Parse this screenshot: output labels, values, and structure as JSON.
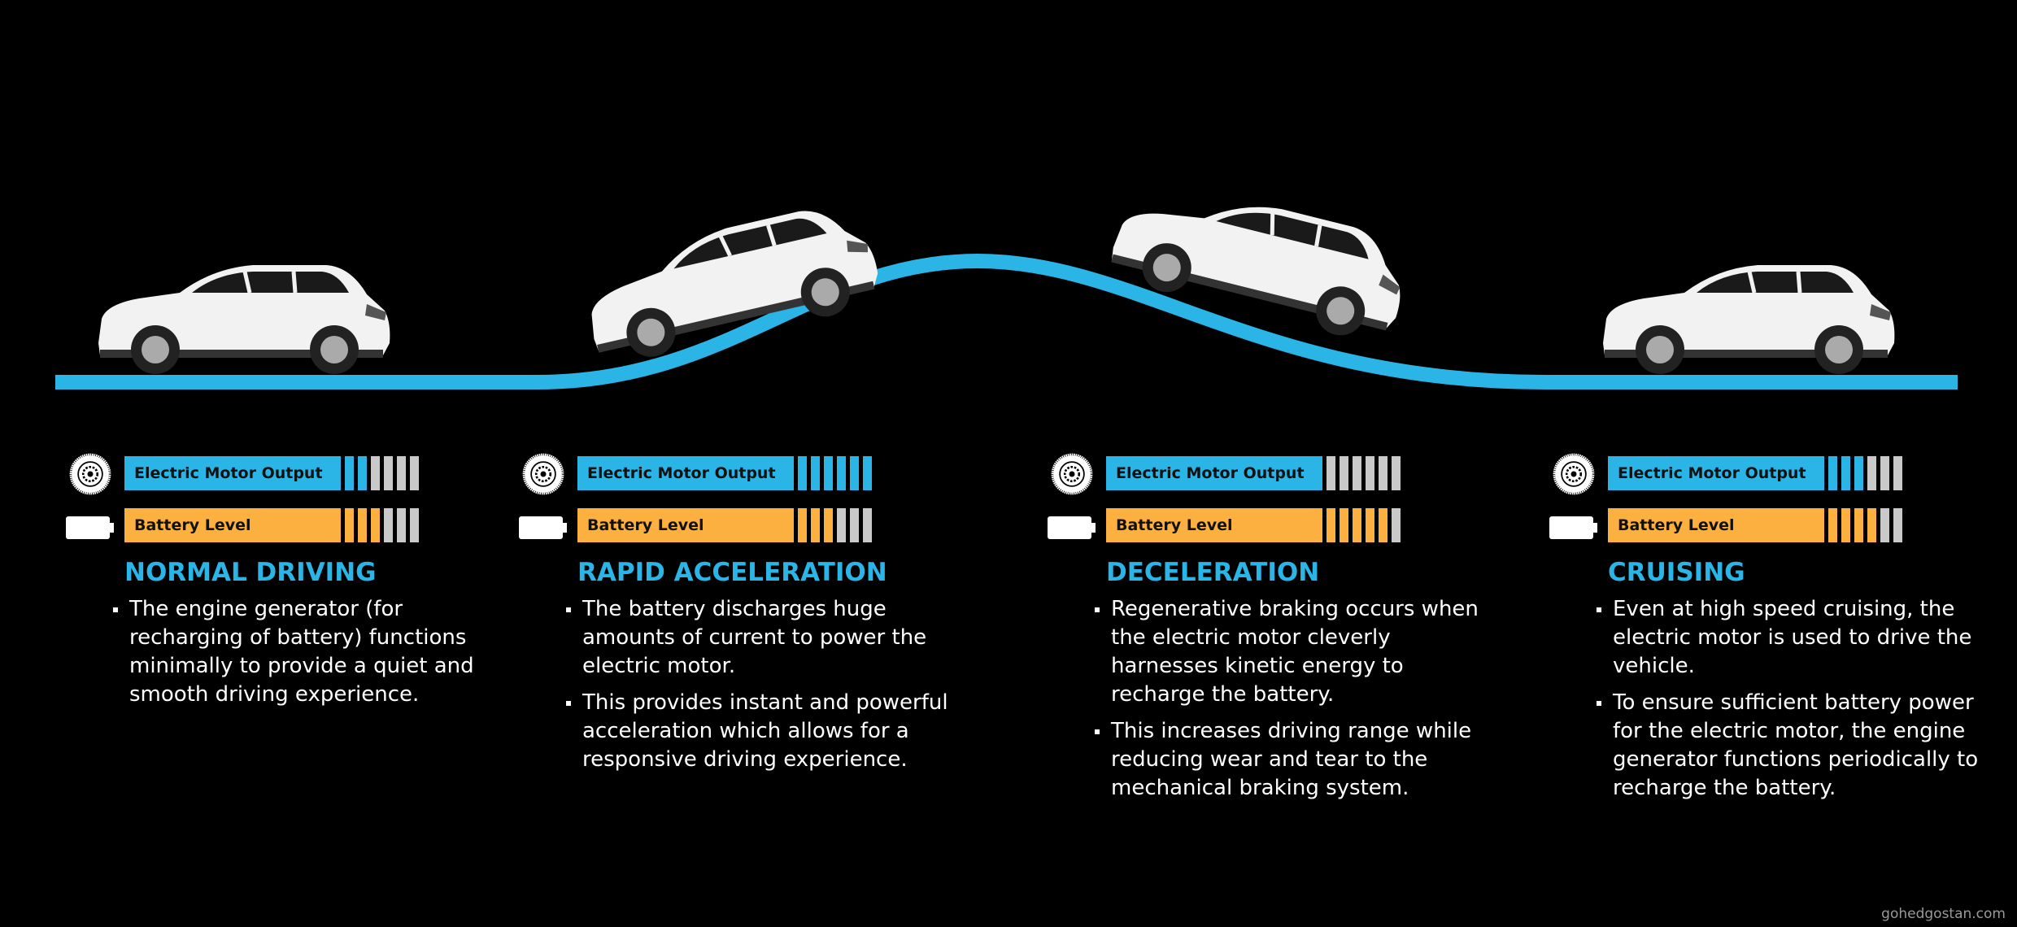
{
  "colors": {
    "road": "#2bb5e6",
    "motor": "#2bb5e6",
    "battery": "#fbb040",
    "empty": "#c9c9c9"
  },
  "labels": {
    "motor": "Electric Motor Output",
    "battery": "Battery Level"
  },
  "modes": [
    {
      "title": "NORMAL DRIVING",
      "motor_level": 2,
      "battery_level": 3,
      "segments": 6,
      "bullets": [
        "The engine generator (for recharging of battery) functions minimally to provide a quiet and smooth driving experience."
      ]
    },
    {
      "title": "RAPID ACCELERATION",
      "motor_level": 6,
      "battery_level": 3,
      "segments": 6,
      "bullets": [
        "The battery discharges huge amounts of current to power the electric motor.",
        "This provides instant and powerful acceleration which allows for a responsive driving experience."
      ]
    },
    {
      "title": "DECELERATION",
      "motor_level": 0,
      "battery_level": 5,
      "segments": 6,
      "bullets": [
        "Regenerative braking occurs when the electric motor cleverly harnesses kinetic energy to recharge the battery.",
        "This increases driving range while reducing wear and tear to the mechanical braking system."
      ]
    },
    {
      "title": "CRUISING",
      "motor_level": 3,
      "battery_level": 4,
      "segments": 6,
      "bullets": [
        "Even at high speed cruising, the electric motor is used to drive the vehicle.",
        "To ensure sufficient battery power for the electric motor, the engine generator functions periodically to recharge the battery."
      ]
    }
  ],
  "watermark": "gohedgostan.com"
}
